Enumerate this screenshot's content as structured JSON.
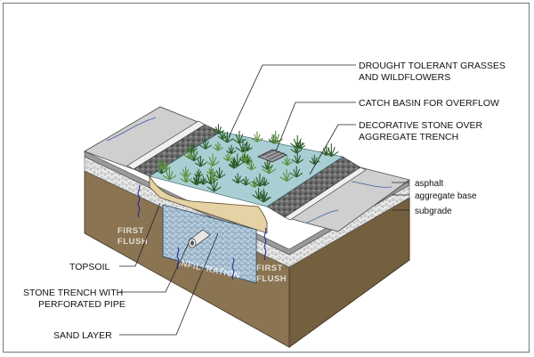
{
  "labels": {
    "grasses_1": "DROUGHT TOLERANT GRASSES",
    "grasses_2": "AND WILDFLOWERS",
    "catch_basin": "CATCH BASIN FOR OVERFLOW",
    "stone_1": "DECORATIVE STONE OVER",
    "stone_2": "AGGREGATE TRENCH",
    "asphalt": "asphalt",
    "aggregate_base": "aggregate base",
    "subgrade": "subgrade",
    "topsoil": "TOPSOIL",
    "trench_1": "STONE TRENCH WITH",
    "trench_2": "PERFORATED PIPE",
    "sand_layer": "SAND LAYER"
  },
  "inner_labels": {
    "first_flush_left_1": "FIRST",
    "first_flush_left_2": "FLUSH",
    "first_flush_right_1": "FIRST",
    "first_flush_right_2": "FLUSH",
    "infiltration": "INFILTRATION"
  },
  "colors": {
    "soil": "#8a7452",
    "soil_dark": "#6e5a3c",
    "asphalt": "#c9c9c9",
    "aggregate": "#e6e6e6",
    "water": "#a9cfd4",
    "sand": "#e5d2a5",
    "plants": "#3e6b31",
    "stone": "#555555"
  }
}
